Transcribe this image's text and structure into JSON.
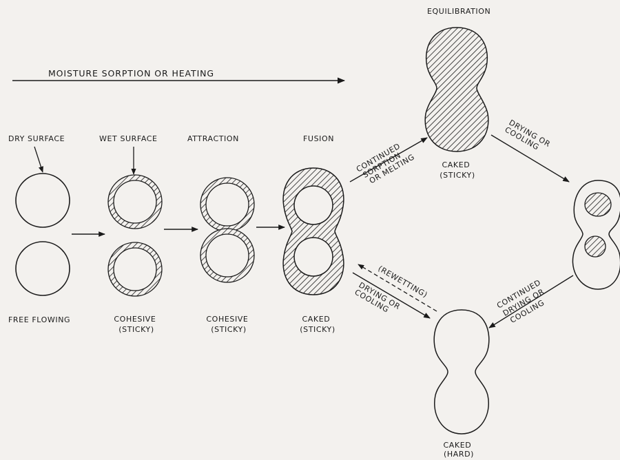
{
  "header": {
    "process_label": "MOISTURE SORPTION OR HEATING"
  },
  "stages": {
    "dry_surface": "DRY SURFACE",
    "wet_surface": "WET SURFACE",
    "attraction": "ATTRACTION",
    "fusion": "FUSION",
    "equilibration": "EQUILIBRATION"
  },
  "states": {
    "free_flowing": "FREE FLOWING",
    "cohesive_1": [
      "COHESIVE",
      "(STICKY)"
    ],
    "cohesive_2": [
      "COHESIVE",
      "(STICKY)"
    ],
    "caked_sticky_fusion": [
      "CAKED",
      "(STICKY)"
    ],
    "caked_sticky_equilibration": [
      "CAKED",
      "(STICKY)"
    ],
    "caked_hard": [
      "CAKED",
      "(HARD)"
    ]
  },
  "transitions": {
    "continued_sorption": [
      "CONTINUED",
      "SORPTION",
      "OR MELTING"
    ],
    "drying_or_cooling_right": [
      "DRYING OR",
      "COOLING"
    ],
    "continued_drying": [
      "CONTINUED",
      "DRYING OR",
      "COOLING"
    ],
    "drying_or_cooling_lower": [
      "DRYING OR",
      "COOLING"
    ],
    "rewetting": "(REWETTING)"
  },
  "colors": {
    "paper": "#f3f1ee",
    "ink": "#1a1a1a"
  }
}
